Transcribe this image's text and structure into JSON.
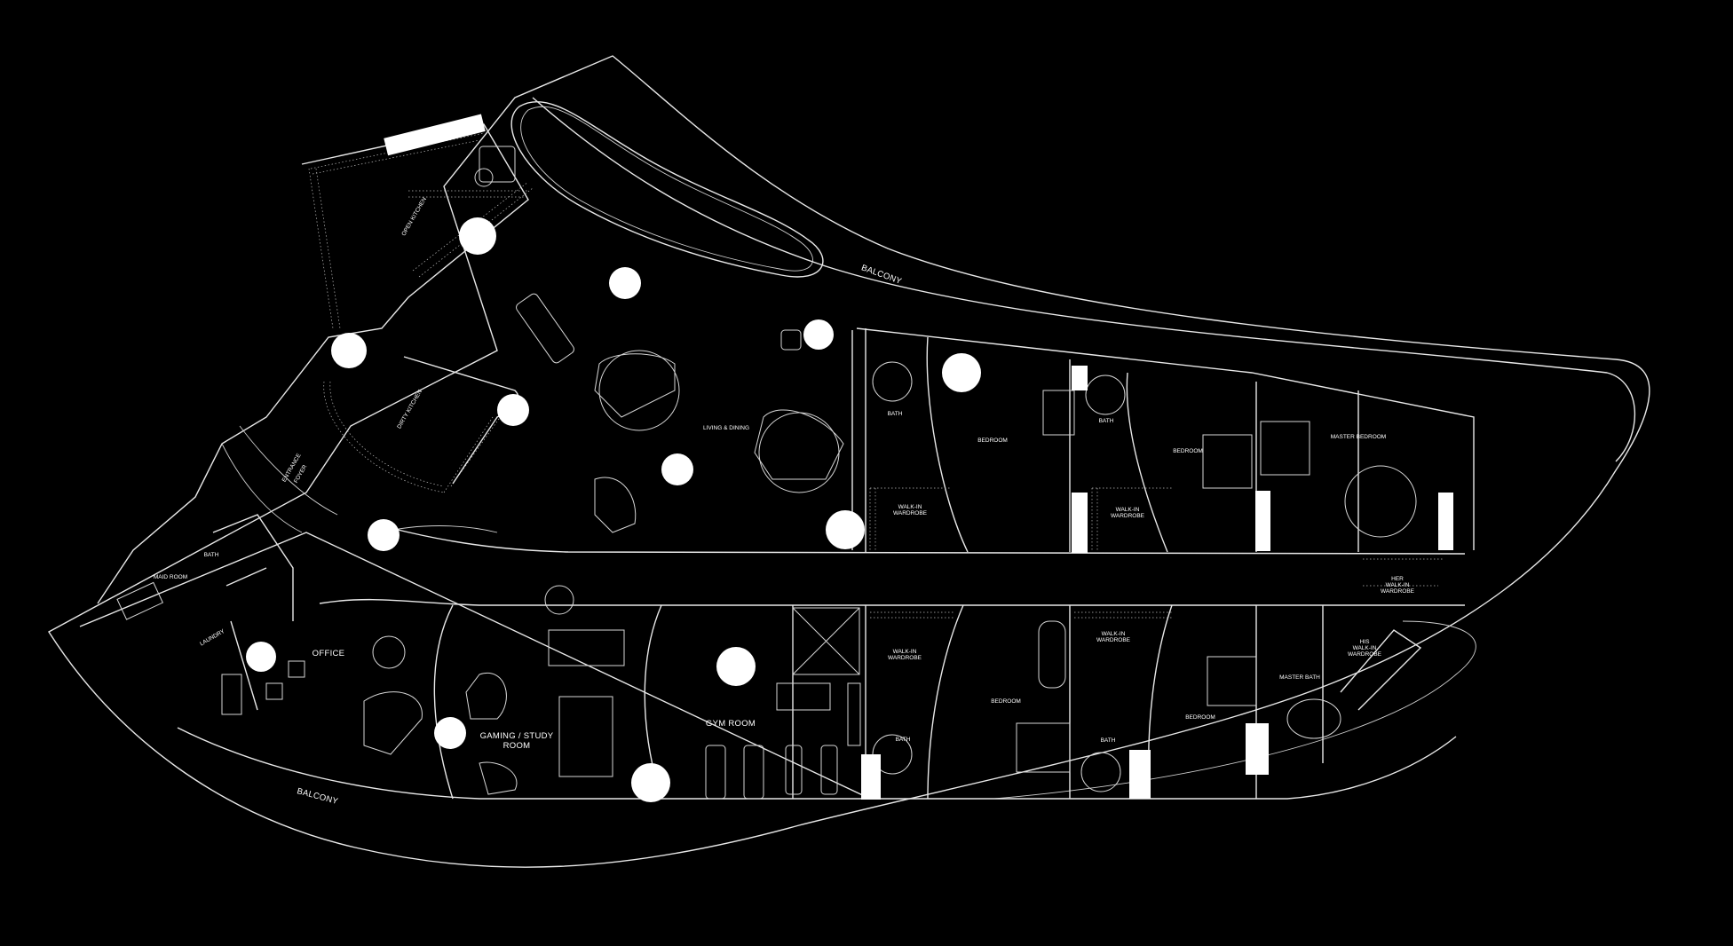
{
  "floor_plan": {
    "rooms": {
      "balcony_top": "BALCONY",
      "balcony_bottom": "BALCONY",
      "open_kitchen": "OPEN KITCHEN",
      "dirty_kitchen": "DIRTY KITCHEN",
      "living_dining": "LIVING & DINING",
      "entrance_foyer": [
        "ENTRANCE",
        "FOYER"
      ],
      "bath_1": "BATH",
      "bedroom_1": "BEDROOM",
      "walkin_1": [
        "WALK-IN",
        "WARDROBE"
      ],
      "bath_2": "BATH",
      "bedroom_2": "BEDROOM",
      "walkin_2": [
        "WALK-IN",
        "WARDROBE"
      ],
      "master_bedroom": "MASTER BEDROOM",
      "her_walkin": [
        "HER",
        "WALK-IN",
        "WARDROBE"
      ],
      "his_walkin": [
        "HIS",
        "WALK-IN",
        "WARDROBE"
      ],
      "master_bath": "MASTER BATH",
      "bedroom_3": "BEDROOM",
      "walkin_3": [
        "WALK-IN",
        "WARDROBE"
      ],
      "bath_3": "BATH",
      "bedroom_4": "BEDROOM",
      "walkin_4": [
        "WALK-IN",
        "WARDROBE"
      ],
      "bath_4": "BATH",
      "gym_room": "GYM ROOM",
      "gaming_study": [
        "GAMING / STUDY",
        "ROOM"
      ],
      "office": "OFFICE",
      "maid_room": "MAID ROOM",
      "laundry": "LAUNDRY",
      "maid_bath": "BATH"
    },
    "colors": {
      "background": "#000000",
      "linework": "#e8e8e8",
      "markers": "#ffffff"
    }
  }
}
